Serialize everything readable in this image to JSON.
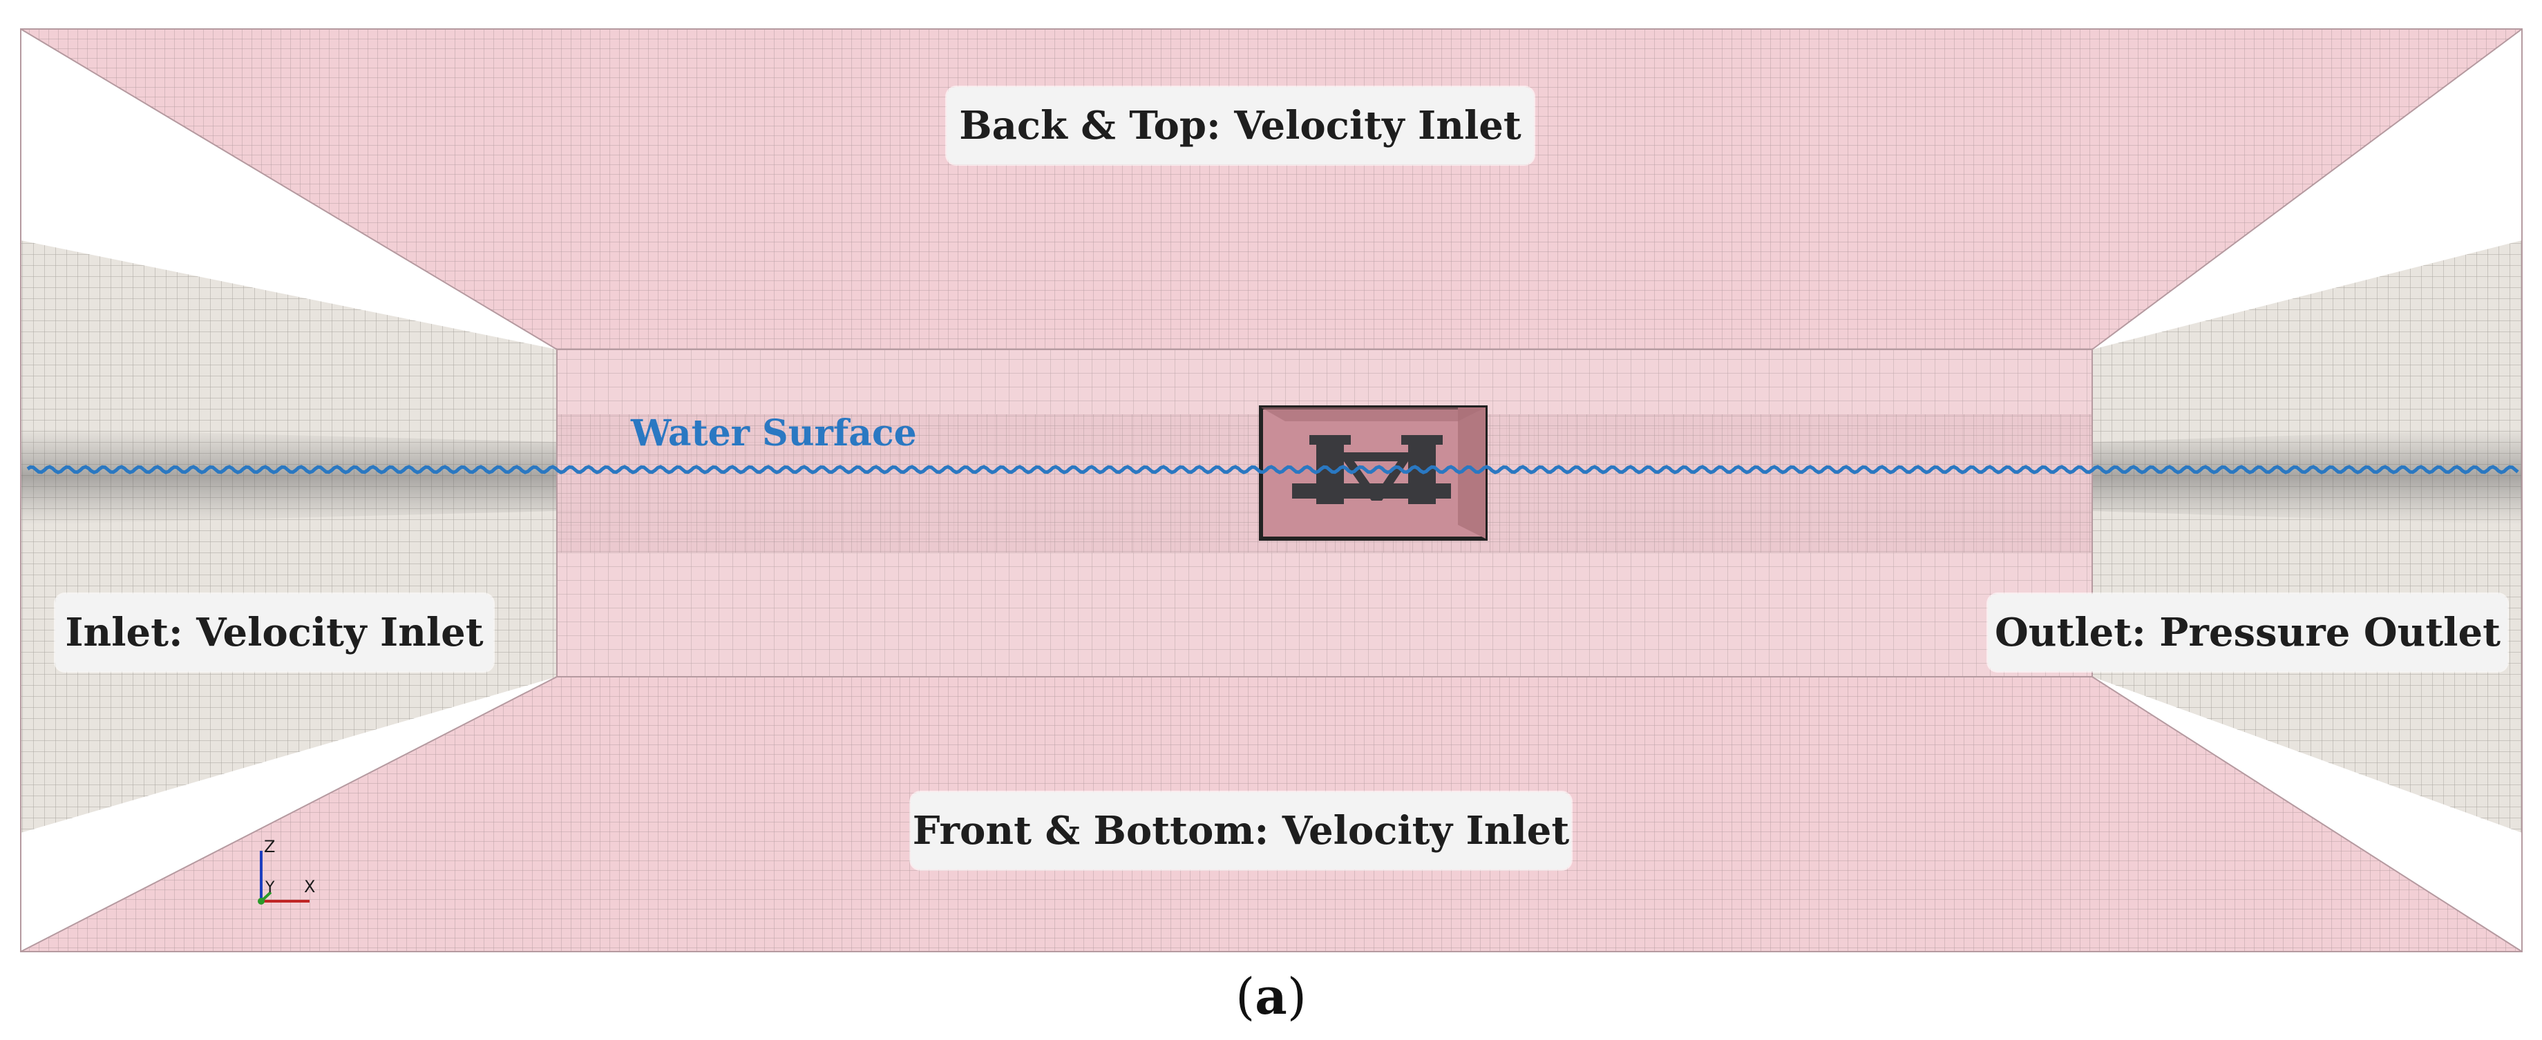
{
  "labels": {
    "back_top": "Back & Top: Velocity Inlet",
    "front_bottom": "Front & Bottom: Velocity Inlet",
    "inlet": "Inlet: Velocity Inlet",
    "outlet": "Outlet: Pressure Outlet",
    "water_surface": "Water Surface"
  },
  "axes": {
    "z": "Z",
    "y": "Y",
    "x": "X"
  },
  "caption": {
    "open": "(",
    "letter": "a",
    "close": ")"
  },
  "colors": {
    "domain_walls": "#f2cfd5",
    "side_walls": "#e6e2dc",
    "mesh_lines": "#8a7a7e",
    "water_line": "#2a78c2",
    "structure": "#3a3a3e",
    "label_bg": "#f3f3f3"
  }
}
